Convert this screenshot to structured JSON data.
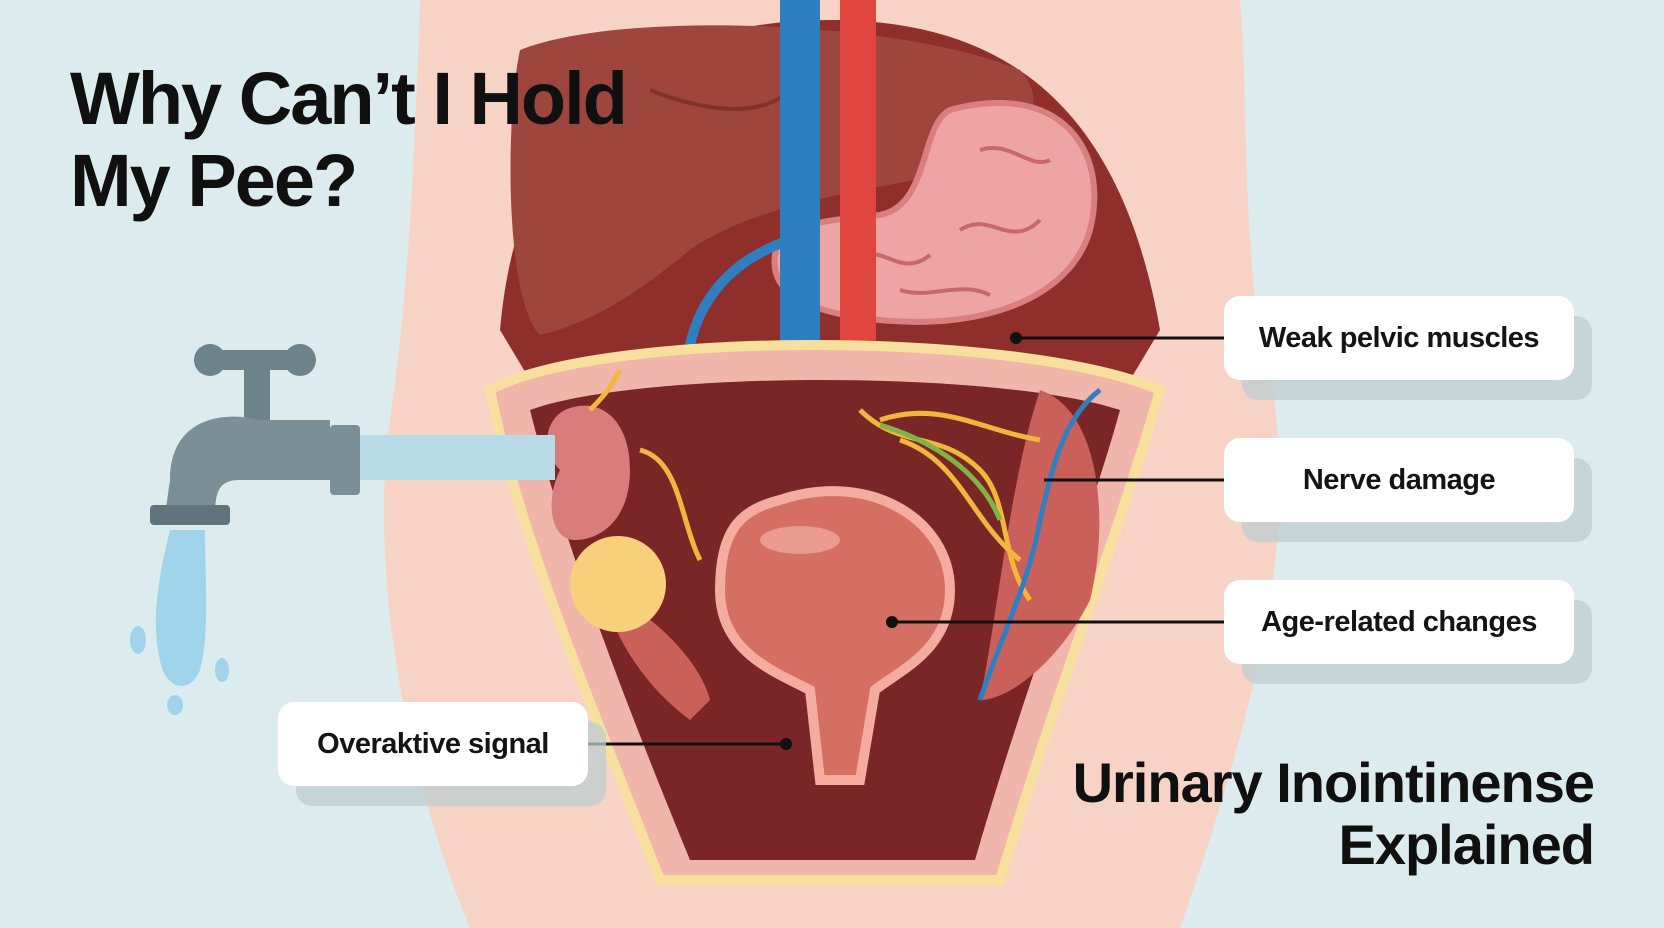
{
  "title": {
    "line1": "Why Can’t I Hold",
    "line2": "My Pee?"
  },
  "subtitle": {
    "line1": "Urinary Inointinense",
    "line2": "Explained"
  },
  "callouts": {
    "weak_pelvic": "Weak pelvic muscles",
    "nerve_damage": "Nerve damage",
    "age_related": "Age-related changes",
    "overactive": "Overaktive signal"
  },
  "colors": {
    "background": "#dcecee",
    "skin": "#f7d3c6",
    "liver": "#9e463e",
    "stomach": "#eea4a2",
    "bladder": "#d56e63",
    "artery": "#e0453f",
    "vein": "#2f7fc0",
    "faucet": "#7a8f97",
    "water": "#9fd4ea"
  },
  "icons": [
    "water-faucet-icon",
    "water-drops-icon"
  ]
}
